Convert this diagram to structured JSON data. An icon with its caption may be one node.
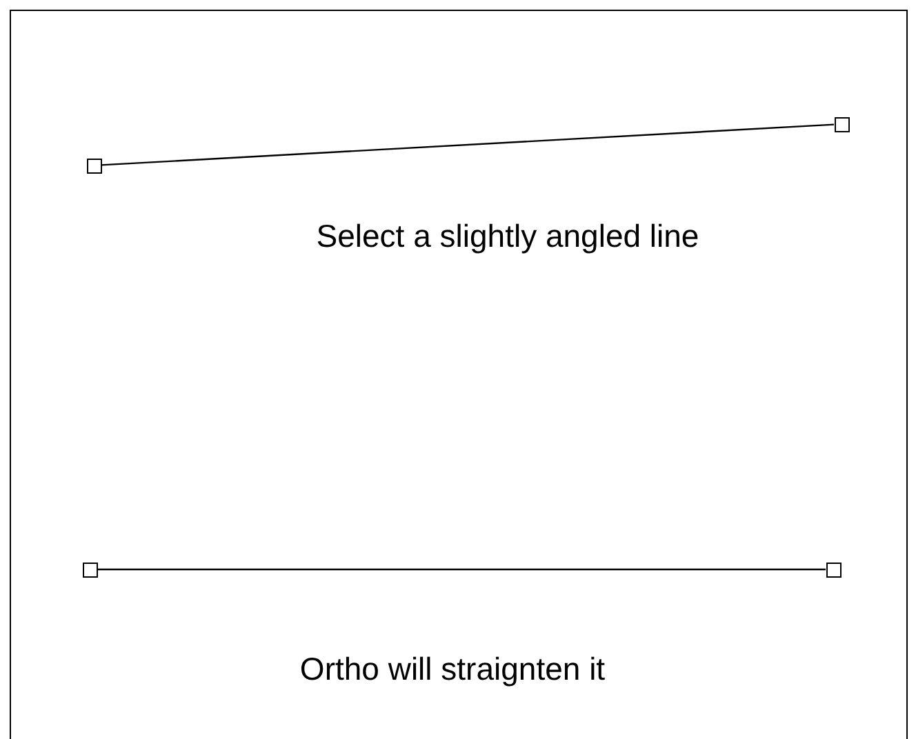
{
  "diagram": {
    "nodes": [
      {
        "text": [],
        "shape": "box"
      },
      {
        "text": [],
        "shape": "box"
      },
      {
        "text": [],
        "shape": "box"
      },
      {
        "text": [],
        "shape": "box"
      }
    ],
    "edges": [
      {
        "from": 0,
        "to": 1,
        "arrow": "none"
      },
      {
        "from": 2,
        "to": 3,
        "arrow": "none"
      }
    ],
    "labels": [
      "Select a slightly angled line",
      "Ortho will straignten it"
    ]
  }
}
